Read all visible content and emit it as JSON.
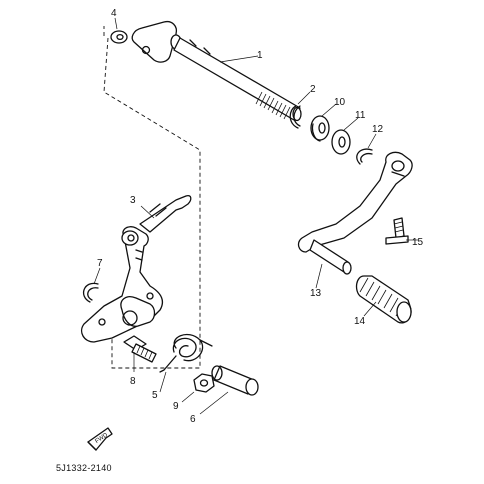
{
  "callouts": {
    "p1": "1",
    "p2": "2",
    "p3": "3",
    "p4": "4",
    "p5": "5",
    "p6": "6",
    "p7": "7",
    "p8": "8",
    "p9": "9",
    "p10": "10",
    "p11": "11",
    "p12": "12",
    "p13": "13",
    "p14": "14",
    "p15": "15"
  },
  "footer": {
    "code": "5J1332-2140",
    "fwd_label": "FWD"
  }
}
